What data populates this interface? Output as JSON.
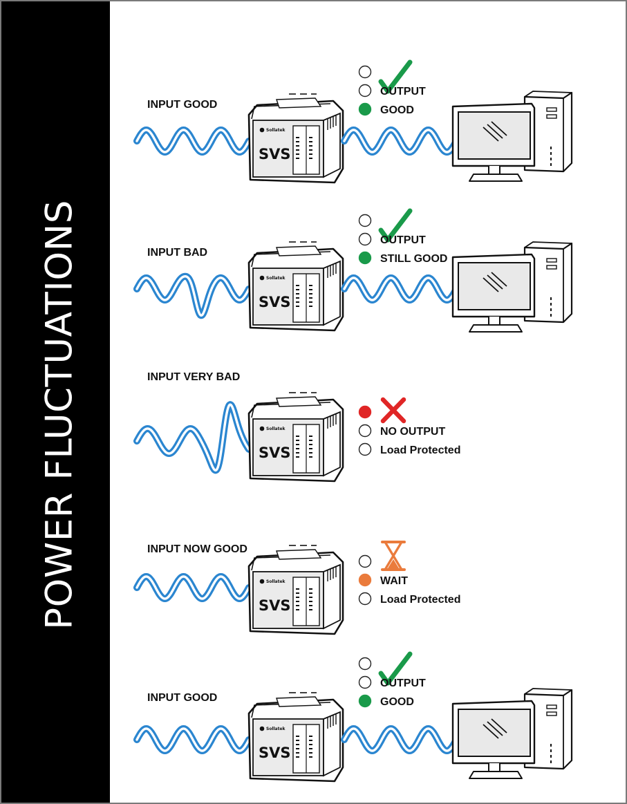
{
  "title": "POWER FLUCTUATIONS",
  "device": {
    "label": "SVS",
    "brand": "Sollatek"
  },
  "colors": {
    "wave": "#2b86d0",
    "ok": "#1a9a4a",
    "fault": "#e02626",
    "wait": "#ea7b3c",
    "panel": "#ebebeb"
  },
  "scenarios": [
    {
      "input_label": "INPUT GOOD",
      "output_line1": "OUTPUT",
      "output_line2": "GOOD",
      "status": "ok",
      "lit_led": 3,
      "icon": "check-icon",
      "has_computer": true
    },
    {
      "input_label": "INPUT BAD",
      "output_line1": "OUTPUT",
      "output_line2": "STILL GOOD",
      "status": "ok",
      "lit_led": 3,
      "icon": "check-icon",
      "has_computer": true
    },
    {
      "input_label": "INPUT VERY BAD",
      "output_line1": "NO OUTPUT",
      "output_line2": "Load Protected",
      "status": "fault",
      "lit_led": 1,
      "icon": "cross-icon",
      "has_computer": false
    },
    {
      "input_label": "INPUT NOW GOOD",
      "output_line1": "WAIT",
      "output_line2": "Load Protected",
      "status": "wait",
      "lit_led": 2,
      "icon": "hourglass-icon",
      "has_computer": false
    },
    {
      "input_label": "INPUT GOOD",
      "output_line1": "OUTPUT",
      "output_line2": "GOOD",
      "status": "ok",
      "lit_led": 3,
      "icon": "check-icon",
      "has_computer": true
    }
  ]
}
